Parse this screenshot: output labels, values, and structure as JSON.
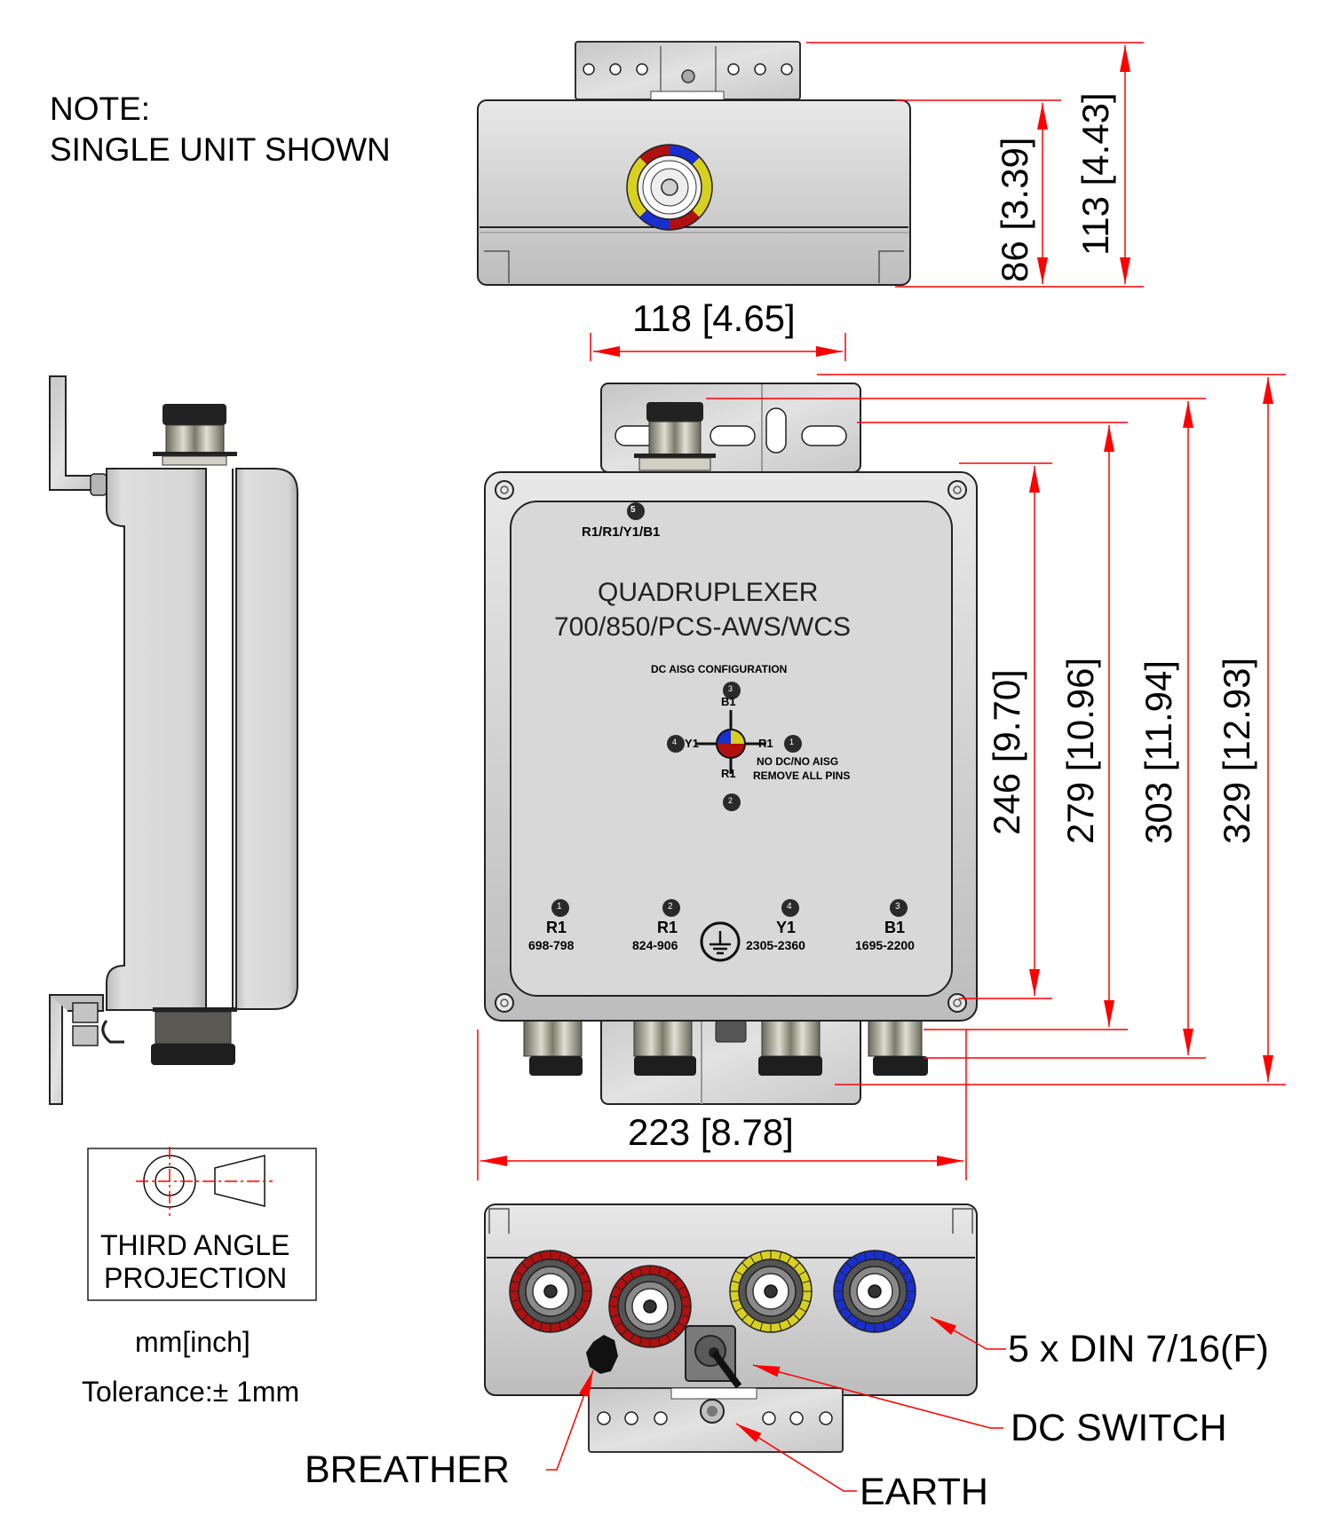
{
  "note": {
    "line1": "NOTE:",
    "line2": "SINGLE UNIT SHOWN"
  },
  "product": {
    "title": "QUADRUPLEXER",
    "subtitle": "700/850/PCS-AWS/WCS",
    "top_port": {
      "number": "5",
      "label": "R1/R1/Y1/B1"
    },
    "aisg": {
      "heading": "DC AISG CONFIGURATION",
      "top": {
        "number": "3",
        "label": "B1"
      },
      "left": {
        "number": "4",
        "label": "Y1"
      },
      "right": {
        "number": "1",
        "label": "R1"
      },
      "bottom": {
        "number": "2",
        "label": "R1"
      },
      "note_line1": "NO DC/NO AISG",
      "note_line2": "REMOVE ALL PINS"
    },
    "ports": [
      {
        "number": "1",
        "band": "R1",
        "range": "698-798"
      },
      {
        "number": "2",
        "band": "R1",
        "range": "824-906"
      },
      {
        "number": "4",
        "band": "Y1",
        "range": "2305-2360"
      },
      {
        "number": "3",
        "band": "B1",
        "range": "1695-2200"
      }
    ]
  },
  "dimensions": {
    "top_view_width": "118 [4.65]",
    "top_view_depth_body": "86 [3.39]",
    "top_view_depth_total": "113 [4.43]",
    "front_width": "223 [8.78]",
    "front_heights": [
      "246 [9.70]",
      "279 [10.96]",
      "303 [11.94]",
      "329 [12.93]"
    ]
  },
  "projection_box": {
    "line1": "THIRD ANGLE",
    "line2": "PROJECTION"
  },
  "units": "mm[inch]",
  "tolerance": "Tolerance:± 1mm",
  "callouts": {
    "din": "5 x DIN 7/16(F)",
    "dc_switch": "DC SWITCH",
    "breather": "BREATHER",
    "earth": "EARTH"
  },
  "colors": {
    "dimension_line": "#ff0000",
    "port_red": "#b01010",
    "port_yellow": "#d8d020",
    "port_blue": "#1a2fd0",
    "enclosure": "#d4d4d4"
  }
}
